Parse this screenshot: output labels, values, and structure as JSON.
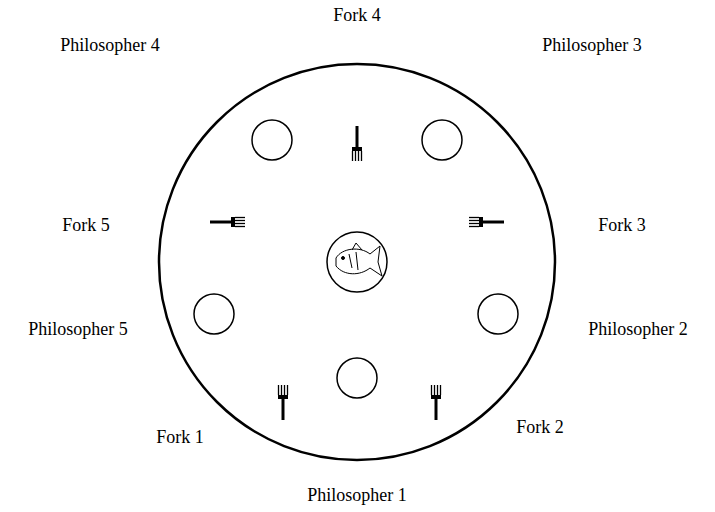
{
  "diagram": {
    "labels": [
      "Fork 4",
      "Philosopher 4",
      "Philosopher 3",
      "Fork 5",
      "Fork 3",
      "Philosopher 5",
      "Philosopher 2",
      "Fork 1",
      "Fork 2",
      "Philosopher 1"
    ]
  }
}
